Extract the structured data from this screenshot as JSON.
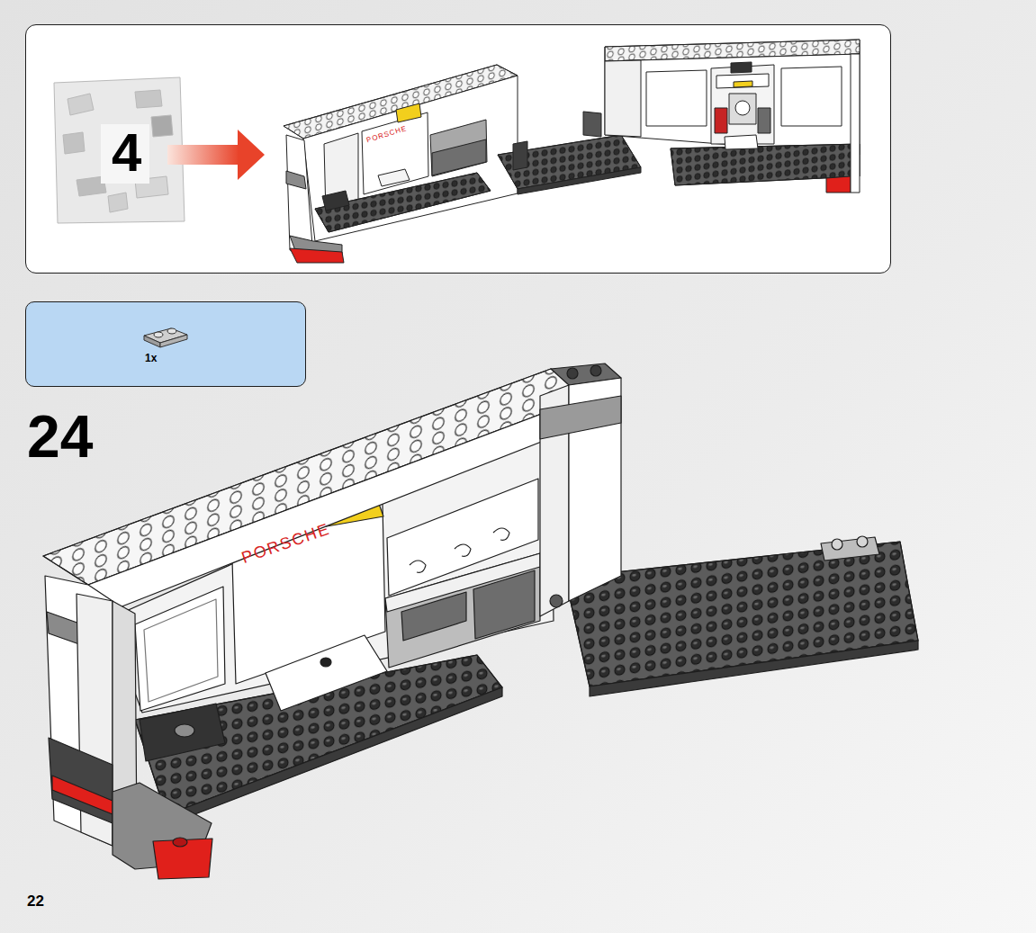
{
  "diagram": {
    "nodes": [
      {
        "text": [
          "4"
        ]
      },
      {
        "text": [
          "1x"
        ]
      }
    ],
    "labels": [
      "PORSCHE",
      "24",
      "PORSCHE",
      "22"
    ]
  }
}
